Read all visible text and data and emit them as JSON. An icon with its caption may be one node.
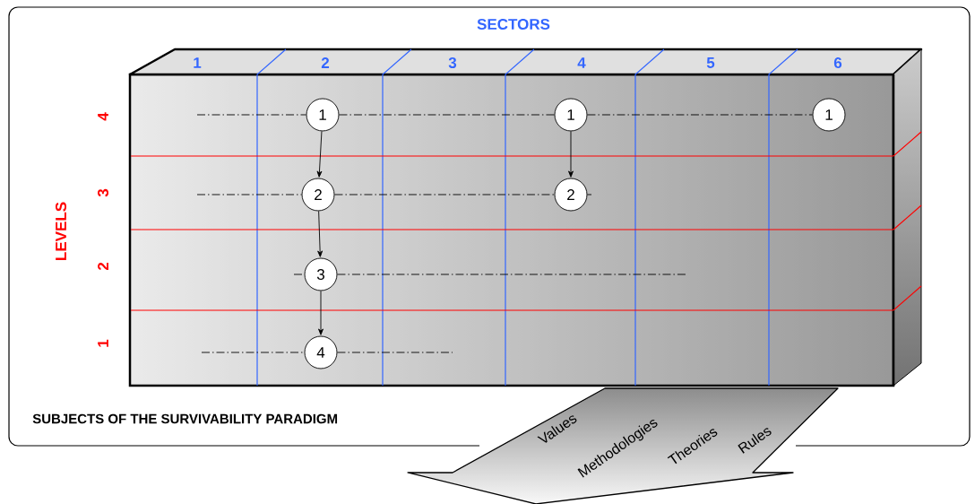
{
  "diagram": {
    "nodes": [
      {
        "text": [
          "1"
        ]
      },
      {
        "text": [
          "1"
        ]
      },
      {
        "text": [
          "1"
        ]
      },
      {
        "text": [
          "2"
        ]
      },
      {
        "text": [
          "2"
        ]
      },
      {
        "text": [
          "3"
        ]
      },
      {
        "text": [
          "4"
        ]
      },
      {
        "text": [
          "Values",
          "Methodologies",
          "Theories",
          "Rules"
        ]
      }
    ],
    "edges": [
      {
        "from": 0,
        "to": 3,
        "arrow": "to"
      },
      {
        "from": 3,
        "to": 5,
        "arrow": "to"
      },
      {
        "from": 5,
        "to": 6,
        "arrow": "to"
      },
      {
        "from": 1,
        "to": 4,
        "arrow": "to"
      },
      {
        "from": null,
        "to": 0,
        "arrow": "none",
        "style": "dashed"
      },
      {
        "from": 0,
        "to": 1,
        "arrow": "none",
        "style": "dashed"
      },
      {
        "from": 1,
        "to": 2,
        "arrow": "none",
        "style": "dashed"
      },
      {
        "from": null,
        "to": 3,
        "arrow": "none",
        "style": "dashed"
      },
      {
        "from": 3,
        "to": 4,
        "arrow": "none",
        "style": "dashed"
      },
      {
        "from": 4,
        "to": null,
        "arrow": "none",
        "style": "dashed"
      },
      {
        "from": null,
        "to": 5,
        "arrow": "none",
        "style": "dashed"
      },
      {
        "from": 5,
        "to": null,
        "arrow": "none",
        "style": "dashed"
      },
      {
        "from": null,
        "to": 6,
        "arrow": "none",
        "style": "dashed"
      },
      {
        "from": 6,
        "to": null,
        "arrow": "none",
        "style": "dashed"
      }
    ],
    "labels": [
      "SECTORS",
      "1",
      "2",
      "3",
      "4",
      "5",
      "6",
      "LEVELS",
      "4",
      "3",
      "2",
      "1",
      "SUBJECTS OF THE SURVIVABILITY PARADIGM"
    ]
  }
}
